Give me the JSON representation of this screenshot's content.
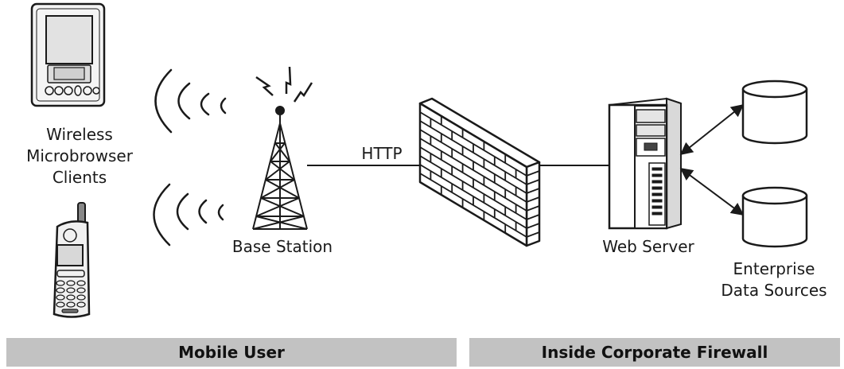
{
  "labels": {
    "clients": [
      "Wireless",
      "Microbrowser",
      "Clients"
    ],
    "base_station": "Base Station",
    "http": "HTTP",
    "web_server": "Web Server",
    "data_sources": [
      "Enterprise",
      "Data Sources"
    ]
  },
  "zones": {
    "mobile_user": "Mobile User",
    "inside_firewall": "Inside Corporate Firewall"
  },
  "colors": {
    "stroke": "#1a1a1a",
    "zone_bar": "#c2c2c2",
    "device_fill": "#e6e6e6",
    "background": "#ffffff"
  },
  "icons": [
    "pda-icon",
    "cell-phone-icon",
    "radio-wave-icon",
    "cell-tower-icon",
    "firewall-brick-icon",
    "web-server-icon",
    "database-icon"
  ]
}
